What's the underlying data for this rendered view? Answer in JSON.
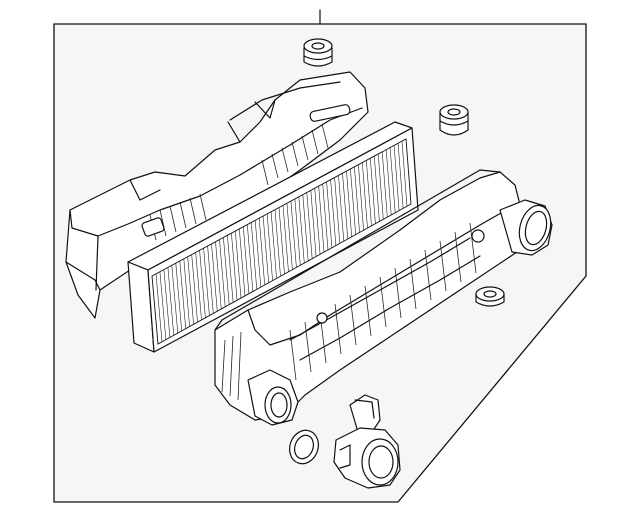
{
  "diagram": {
    "colors": {
      "background": "#f6f6f6",
      "line": "#111111",
      "paper": "#ffffff"
    },
    "parts": [
      "upper-housing",
      "air-filter-element",
      "lower-housing",
      "grommet-top",
      "grommet-right",
      "grommet-small",
      "o-ring",
      "mass-airflow-sensor"
    ]
  }
}
